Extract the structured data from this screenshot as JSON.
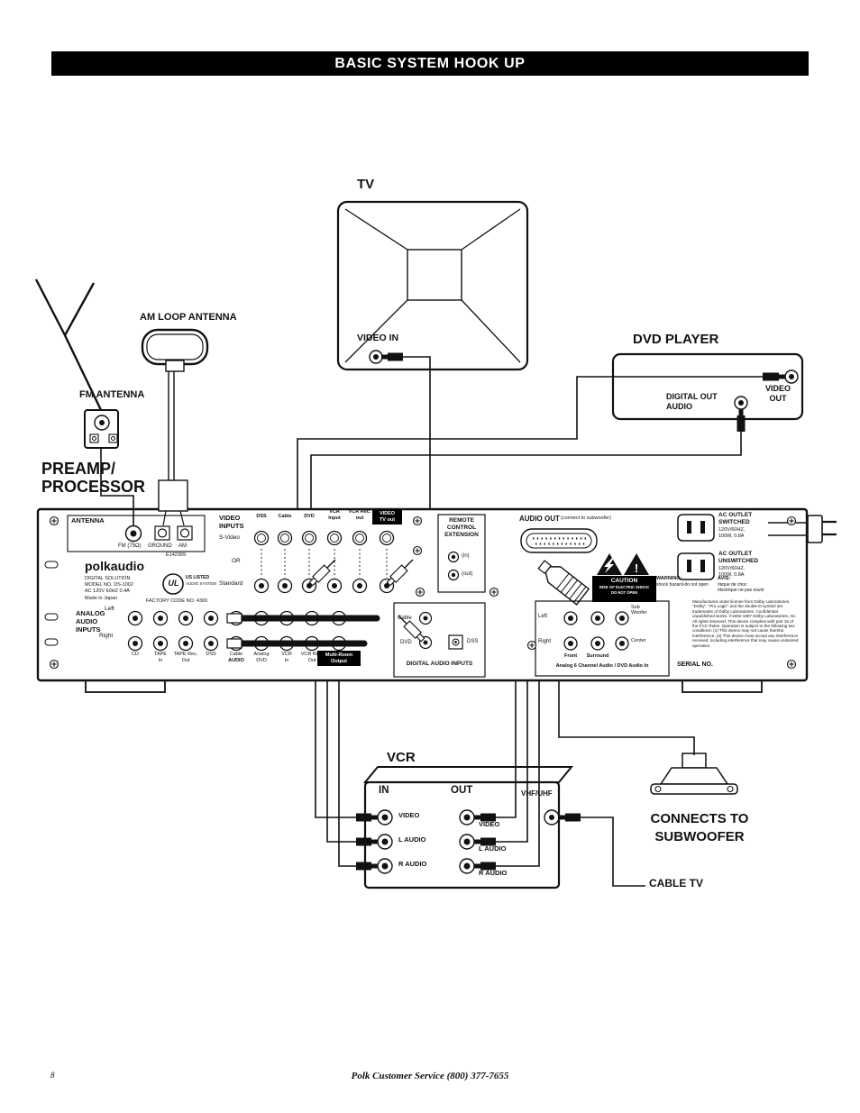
{
  "title": "BASIC SYSTEM HOOK UP",
  "icons": {
    "exclamation": "!"
  },
  "footer": {
    "page": "8",
    "text": "Polk Customer Service  (800) 377-7655"
  },
  "tv": {
    "label": "TV",
    "video_in": "VIDEO IN"
  },
  "dvd": {
    "label": "DVD PLAYER",
    "digital1": "DIGITAL OUT",
    "digital2": "AUDIO",
    "video1": "VIDEO",
    "video2": "OUT"
  },
  "vcr": {
    "label": "VCR",
    "in": "IN",
    "out": "OUT",
    "in_video": "VIDEO",
    "in_l": "L AUDIO",
    "in_r": "R AUDIO",
    "out_video": "VIDEO",
    "out_l": "L AUDIO",
    "out_r": "R AUDIO",
    "vhf": "VHF/UHF"
  },
  "antennas": {
    "am": "AM LOOP ANTENNA",
    "fm": "FM ANTENNA"
  },
  "preamp": {
    "line1": "PREAMP/",
    "line2": "PROCESSOR"
  },
  "subwoofer": {
    "line1": "CONNECTS TO",
    "line2": "SUBWOOFER"
  },
  "cable_tv": "CABLE TV",
  "receiver": {
    "antenna": {
      "label": "ANTENNA",
      "fm": "FM (75Ω)",
      "ground": "GROUND",
      "am": "AM"
    },
    "brand": {
      "logo": "polkaudio",
      "line1": "DIGITAL SOLUTION",
      "line2": "MODEL NO. DS-1002",
      "line3": "AC 120V 60HZ 0.4A",
      "made": "Made in Japan",
      "ul": "UL",
      "us_listed": "US LISTED",
      "audio_system": "AUDIO SYSTEM",
      "e_number": "E142309",
      "factory": "FACTORY CODE NO. 4300"
    },
    "video_inputs": {
      "line1": "VIDEO",
      "line2": "INPUTS",
      "s_video": "S-Video",
      "or": "OR",
      "standard": "Standard",
      "cols": [
        {
          "l1": "DSS",
          "l2": ""
        },
        {
          "l1": "Cable",
          "l2": ""
        },
        {
          "l1": "DVD",
          "l2": ""
        },
        {
          "l1": "VCR",
          "l2": "Input"
        },
        {
          "l1": "VCR Rec.",
          "l2": "out"
        },
        {
          "l1": "VIDEO",
          "l2": "TV out"
        }
      ]
    },
    "remote": {
      "line1": "REMOTE",
      "line2": "CONTROL",
      "line3": "EXTENSION",
      "jack_in": "(in)",
      "jack_out": "(out)"
    },
    "audio_out": {
      "label": "AUDIO OUT",
      "note": "(connect to subwoofer)"
    },
    "ac_switched": {
      "l1": "AC OUTLET",
      "l2": "SWITCHED",
      "l3": "120V/60HZ,",
      "l4": "100W, 0.8A"
    },
    "ac_unswitched": {
      "l1": "AC OUTLET",
      "l2": "UNSWITCHED",
      "l3": "120V/60HZ,",
      "l4": "100W, 0.8A"
    },
    "caution": {
      "title": "CAUTION",
      "line1": "RISK OF ELECTRIC SHOCK",
      "line2": "DO NOT OPEN"
    },
    "warning": {
      "title": "WARNING:",
      "text": "shock hazard-do not open"
    },
    "avis": {
      "title": "AVIS:",
      "line1": "risque de choc",
      "line2": "électrique ne pas ouvrir"
    },
    "fine_print": "Manufactured under license from Dolby Laboratories. \"Dolby\", \"Pro Logic\" and the double-D symbol are trademarks of Dolby Laboratories. Confidential unpublished works. ©1992-1997 Dolby Laboratories, Inc. All rights reserved. This device complies with part 15 of the FCC Rules. Operation is subject to the following two conditions: (1) This device may not cause harmful interference. (2) This device must accept any interference received, including interference that may cause undesired operation.",
    "serial": "SERIAL NO.",
    "analog": {
      "line1": "ANALOG",
      "line2": "AUDIO",
      "line3": "INPUTS",
      "left": "Left",
      "right": "Right",
      "cols": [
        {
          "l1": "CD",
          "l2": ""
        },
        {
          "l1": "TAPE",
          "l2": "In"
        },
        {
          "l1": "TAPE Rec.",
          "l2": "Out"
        },
        {
          "l1": "DSS",
          "l2": ""
        },
        {
          "l1": "Cable",
          "l2": "AUDIO"
        },
        {
          "l1": "Analog",
          "l2": "DVD"
        },
        {
          "l1": "VCR",
          "l2": "In"
        },
        {
          "l1": "VCR Rec.",
          "l2": "Out"
        },
        {
          "l1": "Multi-Room",
          "l2": "Output"
        }
      ]
    },
    "digital_inputs": {
      "cable": "Cable",
      "dvd": "DVD",
      "dss": "DSS",
      "label": "DIGITAL AUDIO INPUTS"
    },
    "six_channel": {
      "left": "Left",
      "right": "Right",
      "sub1": "Sub",
      "sub2": "Woofer",
      "center": "Center",
      "front": "Front",
      "surround": "Surround",
      "caption": "Analog 6 Channel Audio / DVD Audio In"
    }
  }
}
